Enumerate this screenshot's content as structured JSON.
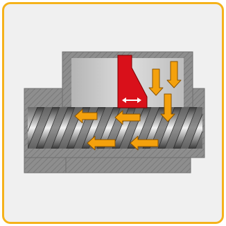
{
  "colors": {
    "frame_border": "#f5b21a",
    "frame_fill": "#f0f0f0",
    "housing": "#8e8e8e",
    "housing_hatch": "#777777",
    "hopper_inner": "#c9c9c9",
    "red_feeder": "#d9101a",
    "arrow_fill": "#f4a10d",
    "arrow_stroke": "#8a5300"
  },
  "icons": {
    "flow_arrow": "orange-block-arrow",
    "feeder_direction": "double-headed-arrow-icon"
  },
  "flow": {
    "feed_direction": "down",
    "conveying_direction": "left"
  }
}
